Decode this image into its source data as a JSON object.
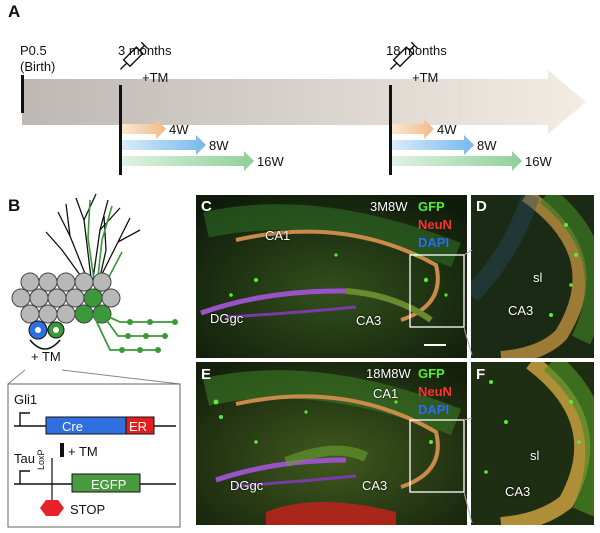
{
  "panel_labels": {
    "a": "A",
    "b": "B",
    "c": "C",
    "d": "D",
    "e": "E",
    "f": "F"
  },
  "timeline": {
    "birth_line1": "P0.5",
    "birth_line2": "(Birth)",
    "t1": "3 months",
    "t2": "18 months",
    "tm": "+TM",
    "chase": [
      "4W",
      "8W",
      "16W"
    ],
    "colors": {
      "4W": "#f3c9a0",
      "8W": "#9fcdee",
      "16W": "#aadbb2",
      "main": "#cfc8c2"
    }
  },
  "schematic": {
    "tm_label": "+ TM",
    "gli1": "Gli1",
    "cre": "Cre",
    "er": "ER",
    "tm_arrow": "+ TM",
    "tau": "Tau",
    "loxp": "LoxP",
    "egfp": "EGFP",
    "stop": "STOP",
    "colors": {
      "cre": "#2f6fe0",
      "er": "#e02020",
      "egfp": "#4a9a40",
      "stop": "#e8202a",
      "neuron_green": "#3a9a3a"
    }
  },
  "panel_c": {
    "title": "3M8W",
    "gfp": "GFP",
    "neun": "NeuN",
    "dapi": "DAPI",
    "ca1": "CA1",
    "dggc": "DGgc",
    "ca3": "CA3"
  },
  "panel_d": {
    "sl": "sl",
    "ca3": "CA3"
  },
  "panel_e": {
    "title": "18M8W",
    "gfp": "GFP",
    "neun": "NeuN",
    "dapi": "DAPI",
    "ca1": "CA1",
    "dggc": "DGgc",
    "ca3": "CA3"
  },
  "panel_f": {
    "sl": "sl",
    "ca3": "CA3"
  },
  "stain_colors": {
    "gfp": "#55ee33",
    "neun": "#ff3030",
    "dapi": "#2a6aff"
  }
}
